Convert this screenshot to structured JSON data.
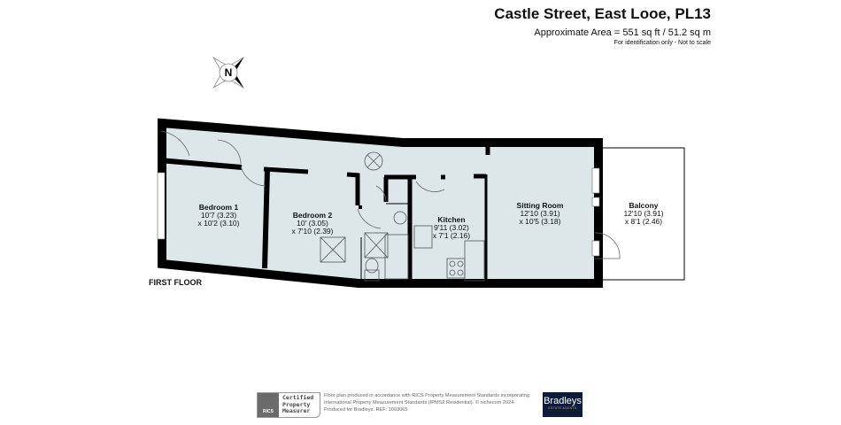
{
  "header": {
    "title": "Castle Street, East Looe, PL13",
    "area": "Approximate Area = 551 sq ft / 51.2 sq m",
    "note": "For identification only - Not to scale"
  },
  "compass": {
    "label": "N",
    "icon": "compass-icon"
  },
  "floor_label": "FIRST FLOOR",
  "rooms": [
    {
      "name": "Bedroom 1",
      "dim1": "10'7 (3.23)",
      "dim2": "x 10'2 (3.10)"
    },
    {
      "name": "Bedroom 2",
      "dim1": "10' (3.05)",
      "dim2": "x 7'10 (2.39)"
    },
    {
      "name": "Kitchen",
      "dim1": "9'11 (3.02)",
      "dim2": "x 7'1 (2.16)"
    },
    {
      "name": "Sitting Room",
      "dim1": "12'10 (3.91)",
      "dim2": "x 10'5 (3.18)"
    },
    {
      "name": "Balcony",
      "dim1": "12'10 (3.91)",
      "dim2": "x 8'1 (2.46)"
    }
  ],
  "colors": {
    "floor_fill": "#dde7e9",
    "wall": "#000000",
    "brand": "#0d1c3d",
    "brand_accent": "#c9a34a"
  },
  "footer": {
    "rics_logo": "RICS",
    "rics_badge": [
      "Certified",
      "Property",
      "Measurer"
    ],
    "text_lines": [
      "Floor plan produced in accordance with RICS Property Measurement Standards incorporating",
      "International Property Measurement Standards (IPMS2 Residential).   © nichecom 2024.",
      "Produced for Bradleys.    REF:  1093065"
    ],
    "brand_name": "Bradleys",
    "brand_tagline": "ESTATE AGENTS"
  }
}
